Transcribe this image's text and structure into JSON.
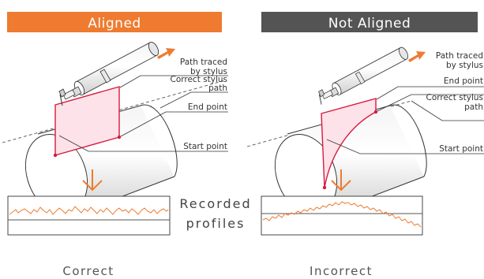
{
  "panels": {
    "aligned": {
      "header": "Aligned",
      "header_color": "#ee7b30",
      "caption": "Correct",
      "labels": {
        "path_traced_line1": "Path traced",
        "path_traced_line2": "by stylus",
        "end_point": "End point",
        "correct_path_line1": "Correct stylus",
        "correct_path_line2": "path",
        "start_point": "Start point"
      }
    },
    "not_aligned": {
      "header": "Not Aligned",
      "header_color": "#545454",
      "caption": "Incorrect",
      "labels": {
        "path_traced_line1": "Path traced",
        "path_traced_line2": "by stylus",
        "end_point": "End point",
        "correct_path_line1": "Correct stylus",
        "correct_path_line2": "path",
        "start_point": "Start point"
      }
    }
  },
  "center": {
    "recorded_line1": "Recorded",
    "recorded_line2": "profiles"
  },
  "colors": {
    "accent": "#ee7b30",
    "trace_red": "#d61a3c",
    "trace_fill": "#fde2ea",
    "line": "#333333"
  }
}
